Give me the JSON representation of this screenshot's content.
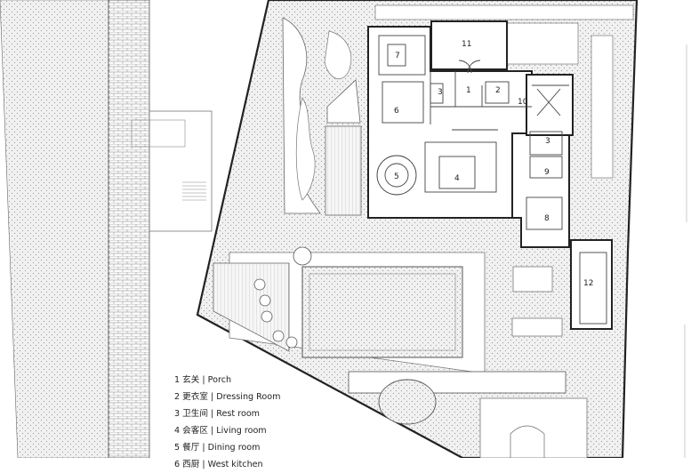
{
  "rooms": [
    {
      "num": "1"
    },
    {
      "num": "2"
    },
    {
      "num": "3"
    },
    {
      "num": "4"
    },
    {
      "num": "5"
    },
    {
      "num": "6"
    },
    {
      "num": "7"
    },
    {
      "num": "8"
    },
    {
      "num": "9"
    },
    {
      "num": "10"
    },
    {
      "num": "11"
    },
    {
      "num": "12"
    },
    {
      "num": "3"
    }
  ],
  "legend": [
    {
      "text": "1 玄关 | Porch"
    },
    {
      "text": "2 更衣室 | Dressing Room"
    },
    {
      "text": "3 卫生间 | Rest room"
    },
    {
      "text": "4 会客区 | Living room"
    },
    {
      "text": "5 餐厅 | Dining room"
    },
    {
      "text": "6 西厨 | West kitchen"
    }
  ],
  "colors": {
    "line": "#333333",
    "wall": "#222222",
    "grass": "#eeeeee",
    "paving": "#f4f4f4",
    "building": "#ffffff"
  }
}
